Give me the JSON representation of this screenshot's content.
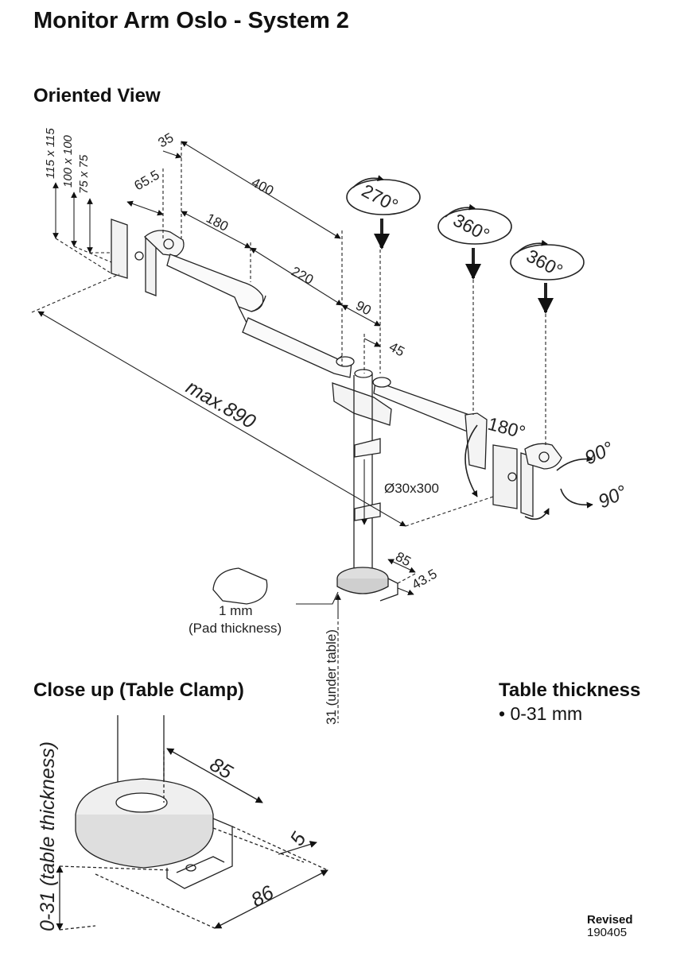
{
  "document": {
    "title": "Monitor Arm Oslo - System 2",
    "revised_label": "Revised",
    "revised_code": "190405"
  },
  "sections": {
    "oriented_view": "Oriented View",
    "close_up": "Close up (Table Clamp)",
    "table_thickness": "Table thickness",
    "table_thickness_bullet": "• 0-31 mm"
  },
  "labels": {
    "vesa_115": "115 x 115",
    "vesa_100": "100 x 100",
    "vesa_75": "75 x 75",
    "d_35": "35",
    "d_65_5": "65.5",
    "d_400": "400",
    "d_180": "180",
    "d_220": "220",
    "d_90": "90",
    "d_45": "45",
    "d_max890": "max.890",
    "d_pole": "Ø30x300",
    "d_85": "85",
    "d_43_5": "43.5",
    "pad_mm": "1 mm",
    "pad_note": "(Pad thickness)",
    "under_table": "31 (under table)",
    "rot_270": "270°",
    "rot_360a": "360°",
    "rot_360b": "360°",
    "rot_180": "180°",
    "tilt_90a": "90°",
    "tilt_90b": "90°",
    "close_85": "85",
    "close_5": "5",
    "close_86": "86",
    "close_thickness": "0-31 (table thickness)"
  }
}
